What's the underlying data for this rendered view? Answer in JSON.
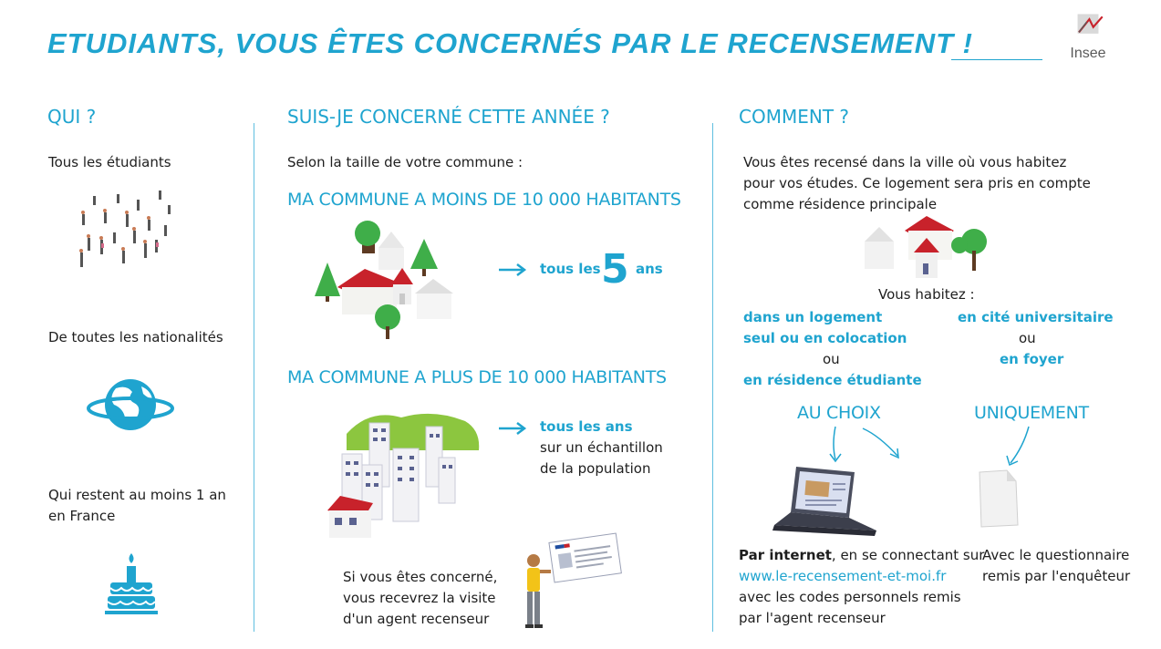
{
  "header": {
    "title": "ETUDIANTS, VOUS ÊTES CONCERNÉS PAR LE RECENSEMENT !",
    "logo_text": "Insee"
  },
  "col1": {
    "heading": "QUI ?",
    "items": [
      "Tous les étudiants",
      "De toutes les nationalités",
      "Qui restent au moins 1 an",
      "en France"
    ]
  },
  "col2": {
    "heading": "SUIS-JE CONCERNÉ CETTE ANNÉE ?",
    "intro": "Selon la taille de votre commune :",
    "small": {
      "heading": "MA COMMUNE A MOINS DE 10 000 HABITANTS",
      "pre": "tous les",
      "number": "5",
      "post": "ans"
    },
    "large": {
      "heading": "MA COMMUNE A PLUS DE 10 000 HABITANTS",
      "line1": "tous les ans",
      "line2": "sur un échantillon",
      "line3": "de la population"
    },
    "visit": [
      "Si vous êtes concerné,",
      "vous recevrez la visite",
      "d'un agent recenseur"
    ]
  },
  "col3": {
    "heading": "COMMENT ?",
    "intro": [
      "Vous êtes recensé dans la ville où vous habitez",
      "pour vos études. Ce logement sera pris en compte",
      "comme résidence principale"
    ],
    "habitez": "Vous habitez :",
    "left": [
      "dans un logement",
      "seul ou en colocation",
      "ou",
      "en résidence étudiante"
    ],
    "right": [
      "en cité universitaire",
      "ou",
      "en foyer"
    ],
    "choice_label": "AU CHOIX",
    "only_label": "UNIQUEMENT",
    "internet": {
      "bold": "Par internet",
      "rest": ", en se connectant sur",
      "url": "www.le-recensement-et-moi.fr",
      "line3": "avec les codes personnels remis",
      "line4": "par l'agent recenseur"
    },
    "paper": [
      "Avec le questionnaire",
      "remis par l'enquêteur"
    ]
  },
  "colors": {
    "accent": "#1fa4cf",
    "roof": "#c8222b",
    "tree": "#3fae49",
    "text": "#1e1e1e"
  },
  "icons": [
    "crowd-illustration",
    "globe-icon",
    "birthday-cake-icon",
    "village-illustration",
    "city-illustration",
    "agent-illustration",
    "houses-illustration",
    "laptop-icon",
    "paper-form-icon"
  ]
}
